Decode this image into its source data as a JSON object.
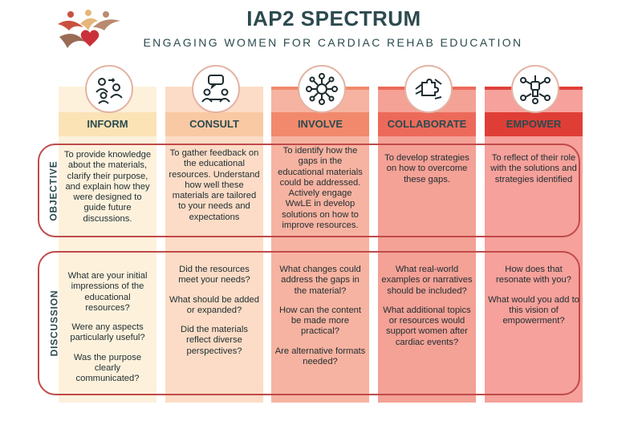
{
  "header": {
    "title": "IAP2 SPECTRUM",
    "subtitle": "ENGAGING WOMEN FOR CARDIAC REHAB EDUCATION"
  },
  "colors": {
    "inform": "#fdf1dc",
    "consult": "#fcdcc6",
    "involve": "#f7b3a1",
    "collaborate": "#f4a196",
    "empower": "#f6a19b",
    "border": "#c04a4a",
    "text_dark": "#2c4a4f"
  },
  "columns": [
    {
      "name": "INFORM",
      "icon": "people-exchange-icon"
    },
    {
      "name": "CONSULT",
      "icon": "meeting-chat-icon"
    },
    {
      "name": "INVOLVE",
      "icon": "network-people-icon"
    },
    {
      "name": "COLLABORATE",
      "icon": "puzzle-hands-icon"
    },
    {
      "name": "EMPOWER",
      "icon": "raised-fists-icon"
    }
  ],
  "rows": {
    "objective": {
      "label": "OBJECTIVE",
      "cells": [
        [
          "To provide knowledge about the materials, clarify their purpose, and explain how they were designed to guide future discussions."
        ],
        [
          "To gather feedback on the educational resources. Understand how well these materials are tailored to your needs and expectations"
        ],
        [
          "To identify how the gaps in the educational materials could be addressed. Actively engage WwLE in develop solutions on how to improve resources."
        ],
        [
          "To develop strategies on how to overcome these gaps."
        ],
        [
          "To reflect of their role with the solutions and strategies identified"
        ]
      ]
    },
    "discussion": {
      "label": "DISCUSSION",
      "cells": [
        [
          "What are your initial impressions of the educational resources?",
          "Were any aspects particularly useful?",
          "Was the purpose clearly communicated?"
        ],
        [
          "Did the resources meet your needs?",
          "What should be added or expanded?",
          "Did the materials reflect diverse perspectives?"
        ],
        [
          "What changes could address the gaps in the material?",
          "How can the content be made more practical?",
          "Are alternative formats needed?"
        ],
        [
          "What real-world examples or narratives should be included?",
          "What additional topics or resources would support women after cardiac events?"
        ],
        [
          "How does that resonate with you?",
          "What would you add to this vision of empowerment?"
        ]
      ]
    }
  }
}
